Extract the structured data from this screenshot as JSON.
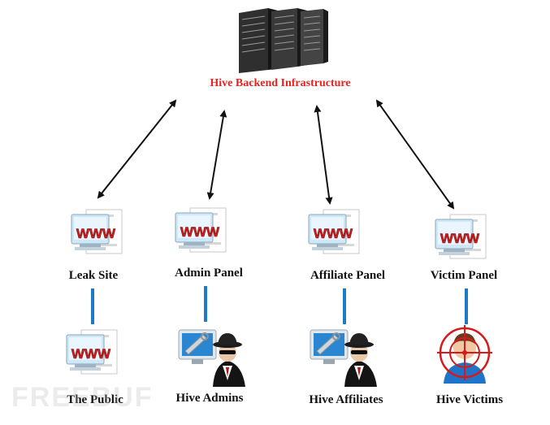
{
  "diagram": {
    "backend": {
      "label": "Hive Backend Infrastructure",
      "icon": "server-rack-icon"
    },
    "panels": [
      {
        "label": "Leak Site",
        "icon": "www-webpage-icon"
      },
      {
        "label": "Admin Panel",
        "icon": "www-webpage-icon"
      },
      {
        "label": "Affiliate Panel",
        "icon": "www-webpage-icon"
      },
      {
        "label": "Victim Panel",
        "icon": "www-webpage-icon"
      }
    ],
    "users": [
      {
        "label": "The Public",
        "icon": "www-webpage-icon"
      },
      {
        "label": "Hive Admins",
        "icon": "hacker-computer-icon"
      },
      {
        "label": "Hive Affiliates",
        "icon": "hacker-computer-icon"
      },
      {
        "label": "Hive Victims",
        "icon": "victim-target-icon"
      }
    ],
    "edges": {
      "backend_to_panel": "bidirectional-arrow",
      "panel_to_user": "line"
    }
  },
  "watermark": "FREEBUF",
  "colors": {
    "title": "#e8231f",
    "arrow": "#111111",
    "connector": "#1f7ac4",
    "www": "#d21f1f",
    "screen": "#2a86d1"
  }
}
